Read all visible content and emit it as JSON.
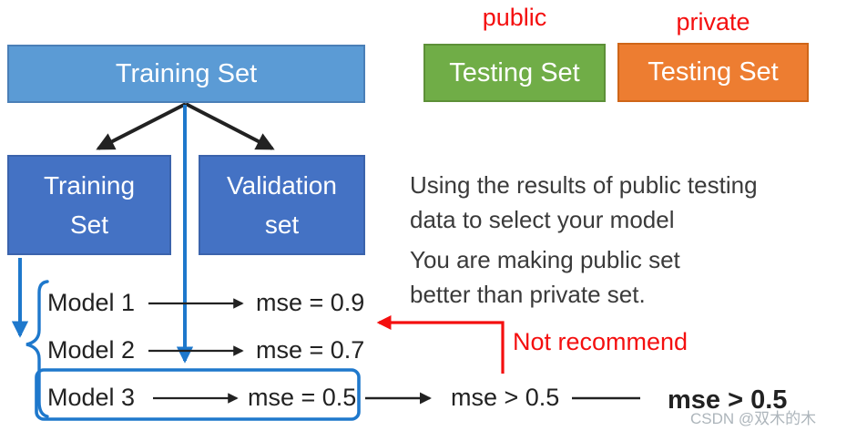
{
  "palette": {
    "light_blue": "#5B9BD5",
    "dark_blue": "#4472C4",
    "green": "#70AD47",
    "orange": "#ED7D31",
    "line_blue": "#1E78CC",
    "red": "#F40F0F",
    "ink": "#222222",
    "body_text": "#3A3A3A",
    "watermark_gray": "#ADB5BB"
  },
  "training_top": {
    "label": "Training Set"
  },
  "training_sub": {
    "line1": "Training",
    "line2": "Set"
  },
  "validation": {
    "line1": "Validation",
    "line2": "set"
  },
  "public_set": {
    "tag": "public",
    "label": "Testing Set"
  },
  "private_set": {
    "tag": "private",
    "label": "Testing Set"
  },
  "notes": {
    "p1_line1": "Using the results of public testing",
    "p1_line2": "data to select your model",
    "p2_line1": "You are making public set",
    "p2_line2": "better than private set."
  },
  "models": [
    {
      "name": "Model 1",
      "mse": "mse = 0.9"
    },
    {
      "name": "Model 2",
      "mse": "mse = 0.7"
    },
    {
      "name": "Model 3",
      "mse": "mse = 0.5"
    }
  ],
  "flow": {
    "public_result": "mse > 0.5",
    "private_result": "mse > 0.5"
  },
  "warning": {
    "label": "Not recommend"
  },
  "watermark": "CSDN @双木的木"
}
